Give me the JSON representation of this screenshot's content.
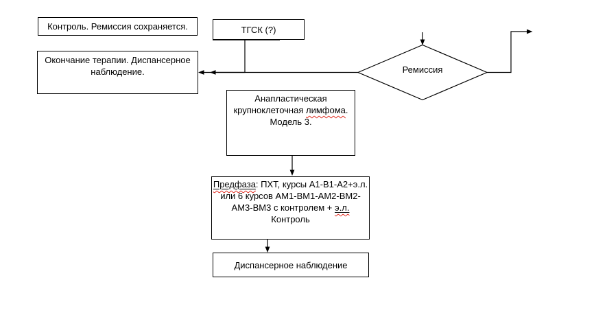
{
  "diagram": {
    "nodes": {
      "control": {
        "lines": [
          [
            {
              "t": "Контроль. Ремиссия сохраняется.",
              "s": "p"
            }
          ]
        ]
      },
      "tgsk": {
        "lines": [
          [
            {
              "t": "ТГСК (?)",
              "s": "p"
            }
          ]
        ]
      },
      "end_therapy": {
        "lines": [
          [
            {
              "t": "Окончание терапии. Диспансерное",
              "s": "p"
            }
          ],
          [
            {
              "t": "наблюдение.",
              "s": "p"
            }
          ]
        ]
      },
      "remission": {
        "label": "Ремиссия"
      },
      "alcl": {
        "lines": [
          [
            {
              "t": "Анапластическая",
              "s": "p"
            }
          ],
          [
            {
              "t": "крупноклеточная ",
              "s": "p"
            },
            {
              "t": "лимфома",
              "s": "sq"
            },
            {
              "t": ".",
              "s": "p"
            }
          ],
          [
            {
              "t": "Модель 3.",
              "s": "p"
            }
          ]
        ]
      },
      "prephase": {
        "lines": [
          [
            {
              "t": "Предфаза",
              "s": "usq"
            },
            {
              "t": ": ПХТ, курсы А1-В1-А2+э.л.",
              "s": "p"
            }
          ],
          [
            {
              "t": "или 6 курсов АМ1-ВМ1-АМ2-ВМ2-",
              "s": "p"
            }
          ],
          [
            {
              "t": "АМ3-ВМ3 с контролем + ",
              "s": "p"
            },
            {
              "t": "э.л.",
              "s": "usq"
            }
          ],
          [
            {
              "t": "Контроль",
              "s": "p"
            }
          ]
        ]
      },
      "dispensary": {
        "lines": [
          [
            {
              "t": "Диспансерное наблюдение",
              "s": "p"
            }
          ]
        ]
      }
    },
    "edges": [
      {
        "from": "top",
        "to": "remission",
        "style": "arrow-down"
      },
      {
        "from": "remission",
        "to": "end_therapy",
        "style": "arrow-left"
      },
      {
        "from": "remission",
        "to": "exit-top-right",
        "style": "arrow-right"
      },
      {
        "from": "tgsk",
        "to": "end_therapy",
        "style": "arrow-down-then-left"
      },
      {
        "from": "alcl",
        "to": "prephase",
        "style": "arrow-down"
      },
      {
        "from": "prephase",
        "to": "dispensary",
        "style": "arrow-down"
      }
    ],
    "colors": {
      "line": "#000000",
      "text": "#000000",
      "spellcheck_squiggle": "#e02b20",
      "background": "#ffffff"
    }
  }
}
